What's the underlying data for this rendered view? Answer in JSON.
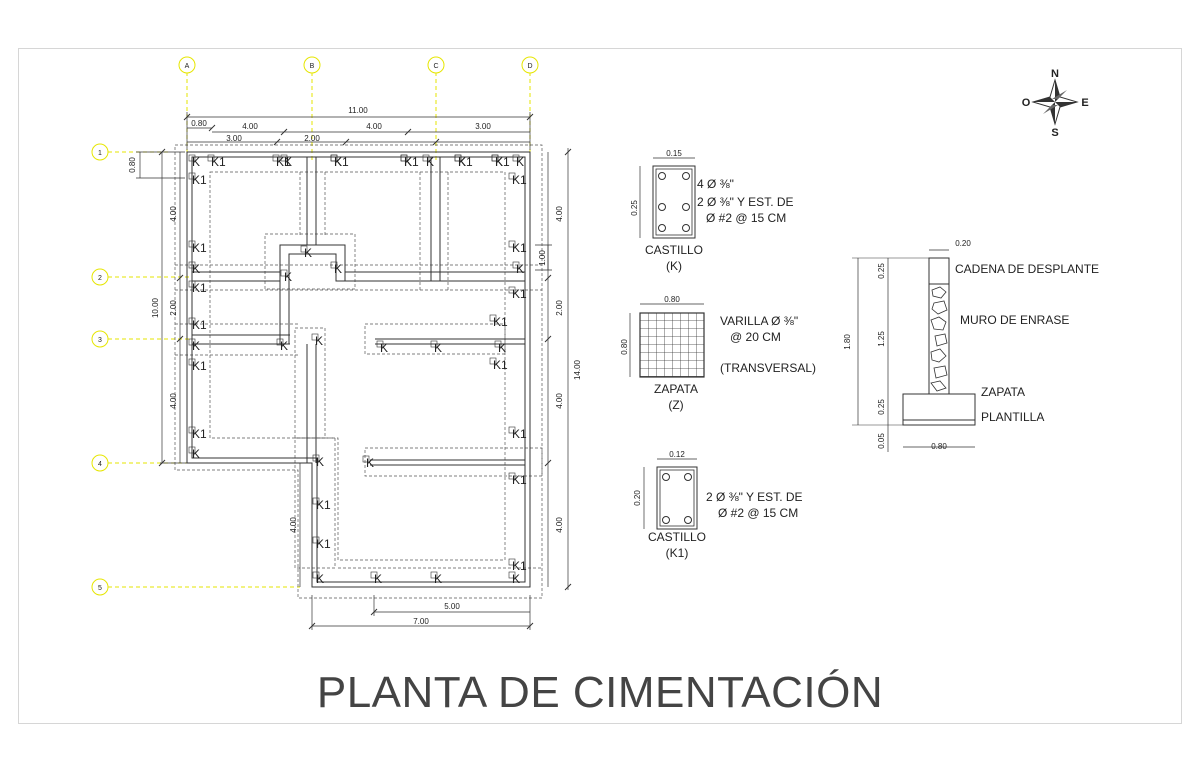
{
  "title": "PLANTA DE CIMENTACIÓN",
  "compass": {
    "north": "N",
    "south": "S",
    "east": "E",
    "west": "O"
  },
  "grid_axes": {
    "columns": [
      "A",
      "B",
      "C",
      "D"
    ],
    "rows": [
      "1",
      "2",
      "3",
      "4",
      "5"
    ]
  },
  "dimensions": {
    "top_total": "11.00",
    "top_0_80": "0.80",
    "top_4_00_a": "4.00",
    "top_2_00": "2.00",
    "top_4_00_b": "4.00",
    "top_3_00_a": "3.00",
    "top_3_00_b": "3.00",
    "left_0_80": "0.80",
    "left_total": "10.00",
    "left_4_00_a": "4.00",
    "left_2_00": "2.00",
    "left_4_00_b": "4.00",
    "lower_4_00": "4.00",
    "right_4_00_a": "4.00",
    "right_1_00": "1.00",
    "right_2_00": "2.00",
    "right_4_00_b": "4.00",
    "right_4_00_c": "4.00",
    "right_total": "14.00",
    "bottom_5_00": "5.00",
    "bottom_7_00": "7.00"
  },
  "castillo_k": {
    "width": "0.15",
    "height": "0.25",
    "line1": "4 Ø ⅜\"",
    "line2": "2 Ø ⅜\" Y EST. DE",
    "line3": "Ø #2 @ 15 CM",
    "name": "CASTILLO",
    "code": "(K)"
  },
  "zapata": {
    "width": "0.80",
    "height": "0.80",
    "line1": "VARILLA Ø ⅜\"",
    "line2": "@     20 CM",
    "line3": "(TRANSVERSAL)",
    "name": "ZAPATA",
    "code": "(Z)"
  },
  "castillo_k1": {
    "width": "0.12",
    "height": "0.20",
    "line1": "2 Ø ⅜\" Y EST. DE",
    "line2": "Ø #2 @ 15 CM",
    "name": "CASTILLO",
    "code": "(K1)"
  },
  "section": {
    "top_width": "0.20",
    "total_height": "1.80",
    "h_cadena": "0.25",
    "h_muro": "1.25",
    "h_zapata": "0.25",
    "h_plantilla": "0.05",
    "base_width": "0.80",
    "label_cadena": "CADENA DE DESPLANTE",
    "label_muro": "MURO DE ENRASE",
    "label_zapata": "ZAPATA",
    "label_plantilla": "PLANTILLA"
  },
  "markers": {
    "k": "K",
    "k1": "K1"
  }
}
